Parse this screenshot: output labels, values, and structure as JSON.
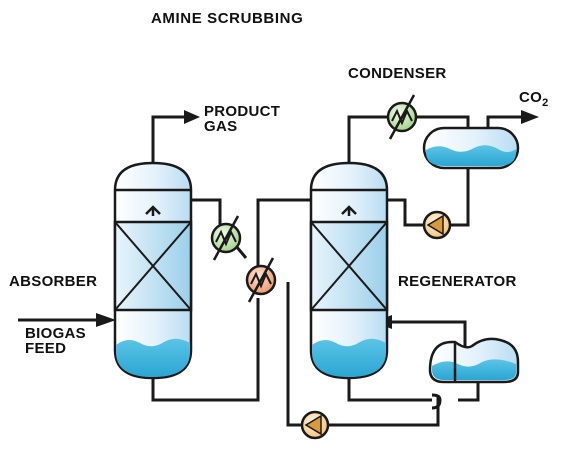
{
  "diagram": {
    "title": "AMINE SCRUBBING",
    "labels": {
      "product_gas_line1": "PRODUCT",
      "product_gas_line2": "GAS",
      "condenser": "CONDENSER",
      "co2_base": "CO",
      "co2_subscript": "2",
      "absorber": "ABSORBER",
      "regenerator": "REGENERATOR",
      "biogas_feed_line1": "BIOGAS",
      "biogas_feed_line2": "FEED"
    },
    "colors": {
      "vessel_fill": "#dceefa",
      "liquid": "#3fb3da",
      "pipe": "#1a1a1a",
      "cooler_fill": "#c8e8b4",
      "heat_exchanger_fill": "#f7b896",
      "pump_fill": "#f5bf63"
    },
    "icons": [
      "condenser-heat-exchanger-icon",
      "cooler-heat-exchanger-icon",
      "lean-rich-heat-exchanger-icon",
      "pump-icon",
      "spray-nozzle-icon"
    ]
  }
}
